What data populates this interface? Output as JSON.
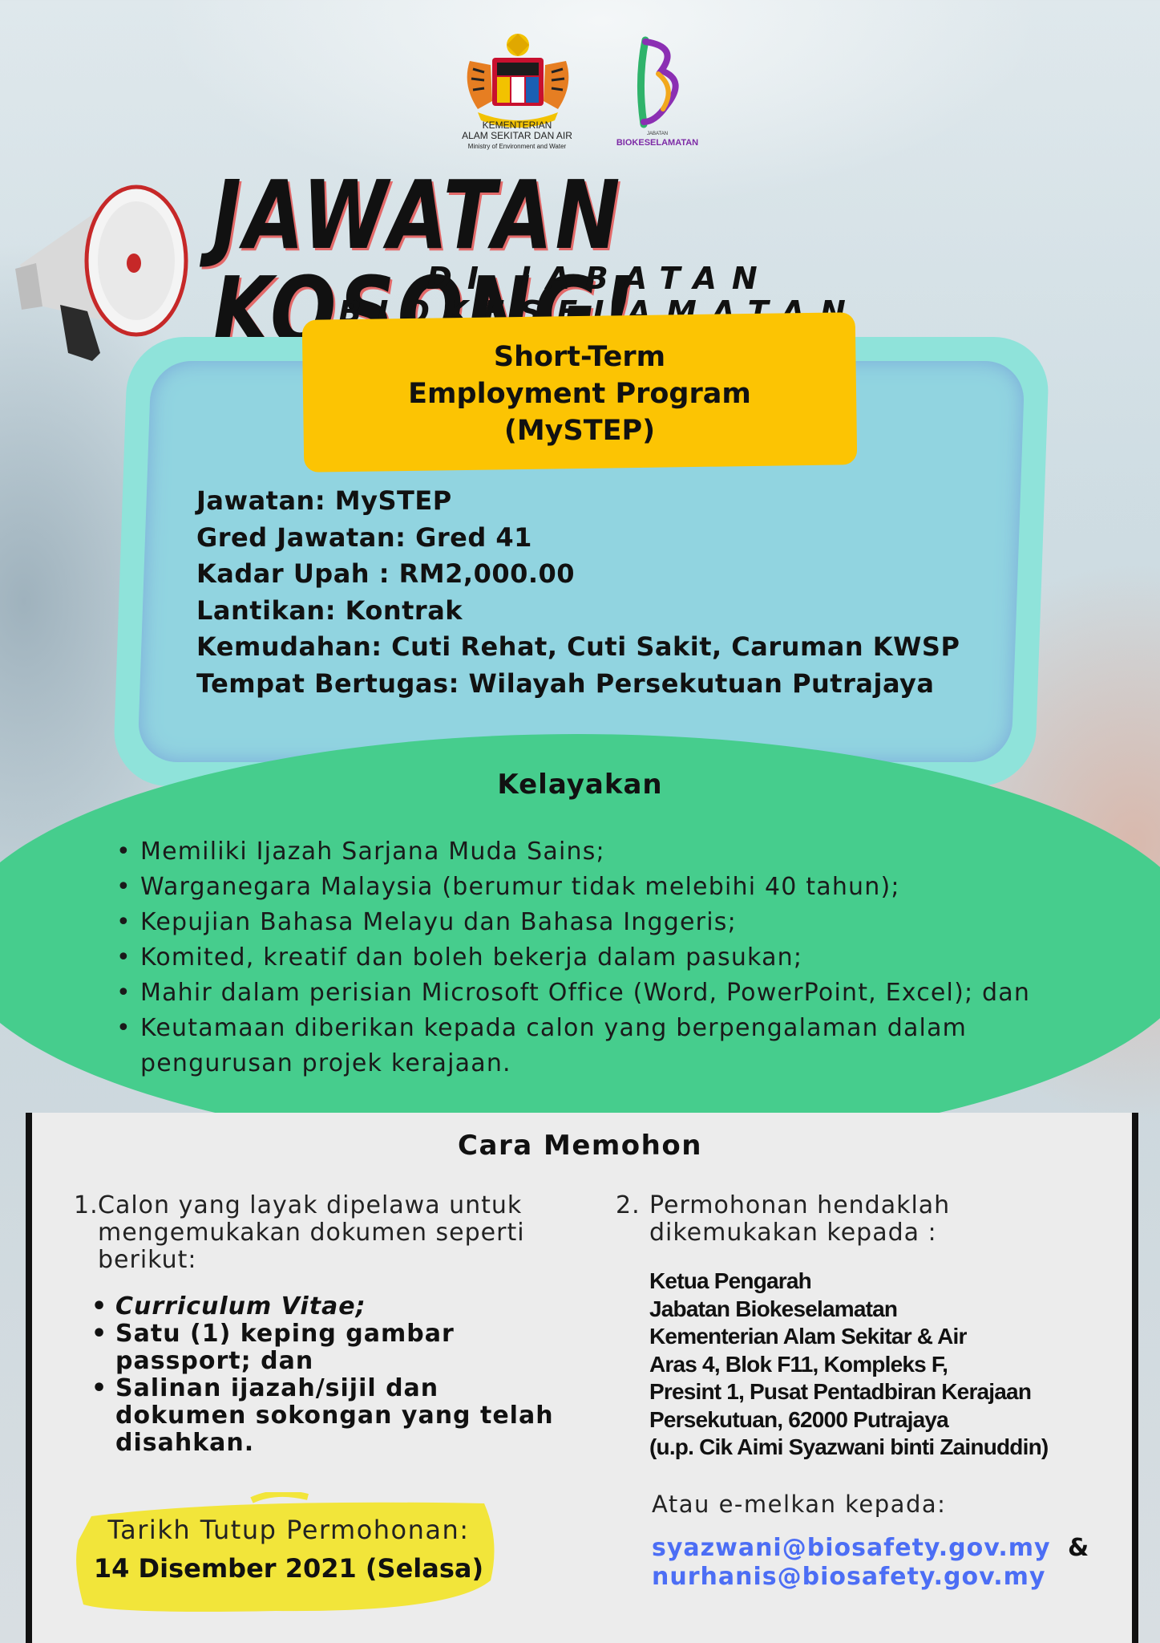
{
  "header": {
    "ministry_name_line1": "KEMENTERIAN",
    "ministry_name_line2": "ALAM SEKITAR DAN AIR",
    "ministry_name_en": "Ministry of Environment and Water",
    "bio_logo_small": "JABATAN",
    "bio_logo_name": "BIOKESELAMATAN"
  },
  "title": "JAWATAN KOSONG!",
  "subtitle": "DI JABATAN BIOKESELAMATAN",
  "program": {
    "line1": "Short-Term",
    "line2": "Employment Program",
    "line3": "(MySTEP)"
  },
  "details": [
    "Jawatan: MySTEP",
    "Gred Jawatan: Gred 41",
    "Kadar Upah : RM2,000.00",
    "Lantikan: Kontrak",
    "Kemudahan: Cuti Rehat, Cuti Sakit, Caruman KWSP",
    "Tempat Bertugas: Wilayah Persekutuan Putrajaya"
  ],
  "qualifications": {
    "title": "Kelayakan",
    "items": [
      "Memiliki Ijazah Sarjana Muda Sains;",
      "Warganegara Malaysia (berumur tidak melebihi 40 tahun);",
      "Kepujian Bahasa Melayu dan Bahasa Inggeris;",
      "Komited, kreatif dan boleh bekerja dalam pasukan;",
      "Mahir dalam perisian Microsoft Office (Word, PowerPoint, Excel); dan",
      "Keutamaan diberikan kepada calon yang berpengalaman dalam pengurusan projek kerajaan."
    ]
  },
  "apply": {
    "title": "Cara Memohon",
    "step1_num": "1.",
    "step1_text": "Calon yang layak dipelawa untuk mengemukakan dokumen seperti berikut:",
    "documents": [
      "Curriculum Vitae;",
      "Satu (1) keping gambar passport; dan",
      "Salinan ijazah/sijil dan dokumen sokongan yang telah disahkan."
    ],
    "step2_num": "2.",
    "step2_text": "Permohonan hendaklah dikemukakan kepada :",
    "address": [
      "Ketua Pengarah",
      "Jabatan Biokeselamatan",
      "Kementerian Alam Sekitar & Air",
      "Aras 4, Blok F11, Kompleks F,",
      "Presint 1, Pusat Pentadbiran Kerajaan",
      "Persekutuan, 62000 Putrajaya",
      "(u.p. Cik Aimi Syazwani binti Zainuddin)"
    ],
    "email_intro": "Atau e-melkan kepada:",
    "email1": "syazwani@biosafety.gov.my",
    "email_joiner": "&",
    "email2": "nurhanis@biosafety.gov.my"
  },
  "closing": {
    "label": "Tarikh Tutup Permohonan:",
    "date": "14 Disember 2021 (Selasa)"
  },
  "colors": {
    "program_tag": "#fcc403",
    "card": "#91d4e0",
    "qualifications_bg": "#46cd8d",
    "email_link": "#4c6ef5",
    "highlight": "#f2e53a"
  },
  "icons": [
    "malaysia-crest-icon",
    "biosafety-logo-icon",
    "megaphone-icon"
  ]
}
